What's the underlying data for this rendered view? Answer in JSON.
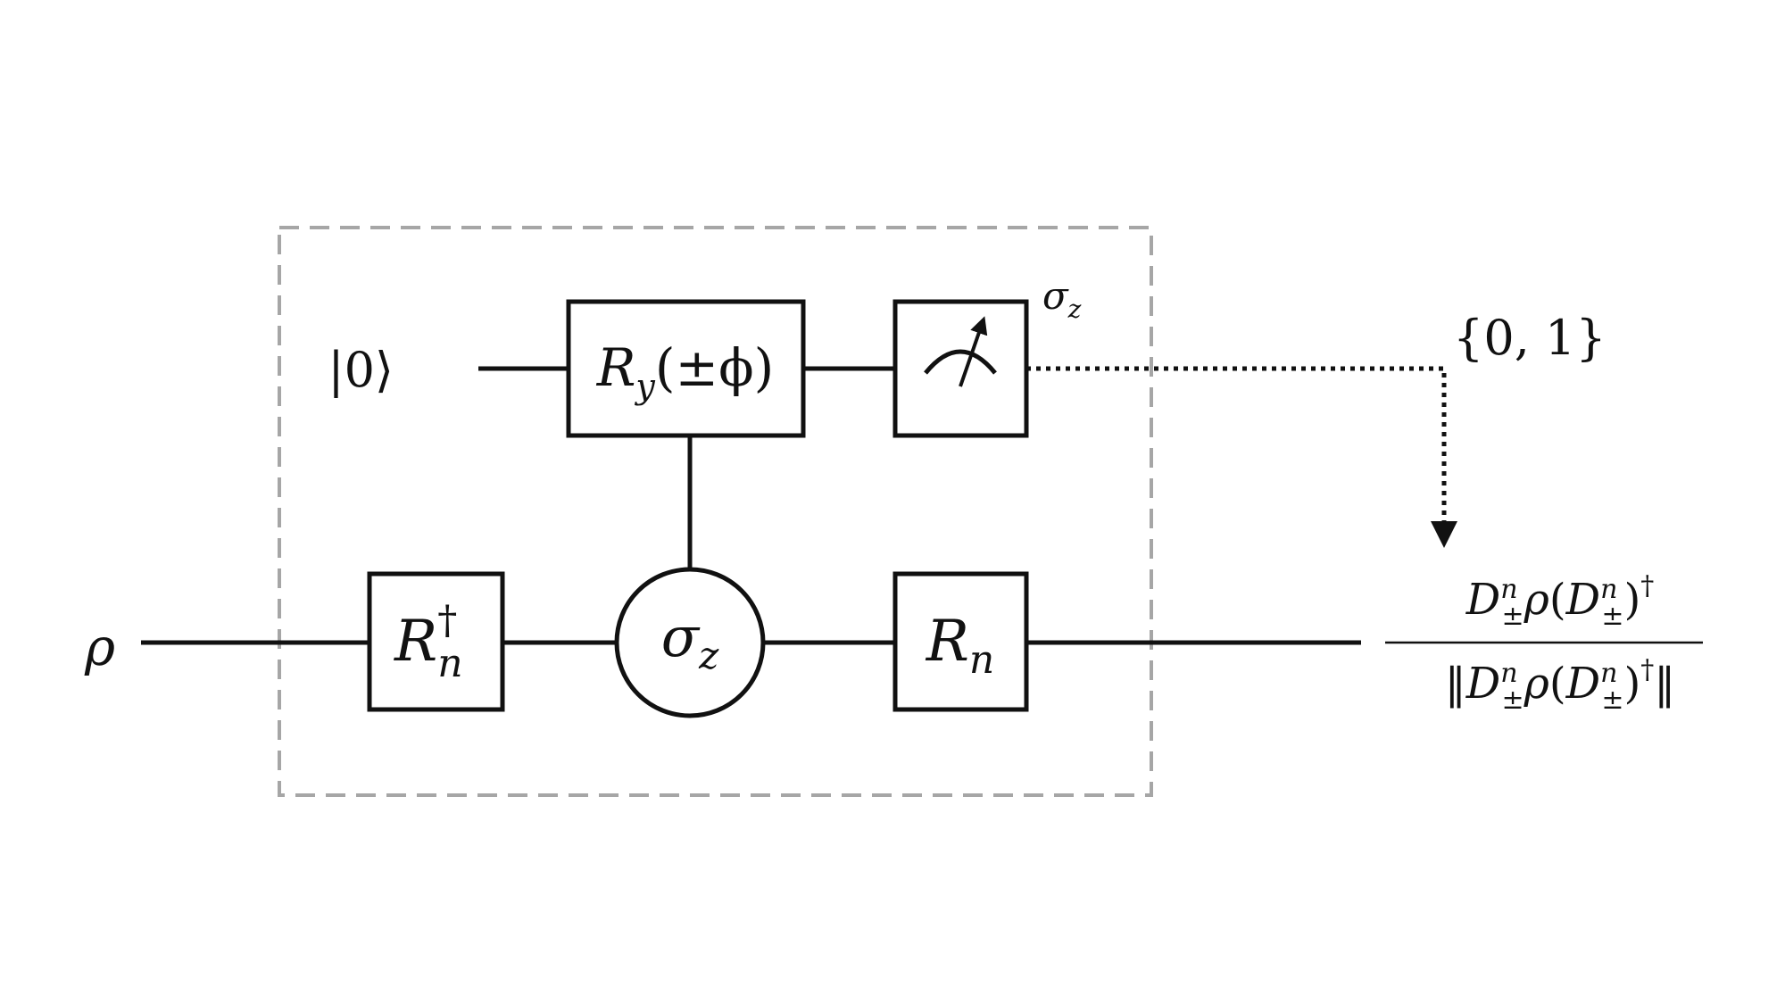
{
  "diagram": {
    "input_state": "ρ",
    "ancilla_state": {
      "ket_open": "|",
      "value": "0",
      "ket_close": "⟩"
    },
    "ry_gate": {
      "symbol": "R",
      "subscript": "y",
      "argument": "(±ϕ)"
    },
    "measurement": {
      "observable_symbol": "σ",
      "observable_subscript": "z",
      "icon": "meter-icon"
    },
    "outcomes": "{0, 1}",
    "rn_dagger_gate": {
      "symbol": "R",
      "superscript": "†",
      "subscript": "n"
    },
    "sigma_z_control": {
      "symbol": "σ",
      "subscript": "z"
    },
    "rn_gate": {
      "symbol": "R",
      "subscript": "n"
    },
    "output": {
      "numerator": {
        "D": "D",
        "sup": "n",
        "sub": "±",
        "rho": "ρ",
        "open_paren": "(",
        "D2": "D",
        "sup2": "n",
        "sub2": "±",
        "close_paren": ")",
        "dagger": "†"
      },
      "denominator": {
        "norm_open": "‖",
        "D": "D",
        "sup": "n",
        "sub": "±",
        "rho": "ρ",
        "open_paren": "(",
        "D2": "D",
        "sup2": "n",
        "sub2": "±",
        "close_paren": ")",
        "dagger": "†",
        "norm_close": "‖"
      }
    }
  }
}
